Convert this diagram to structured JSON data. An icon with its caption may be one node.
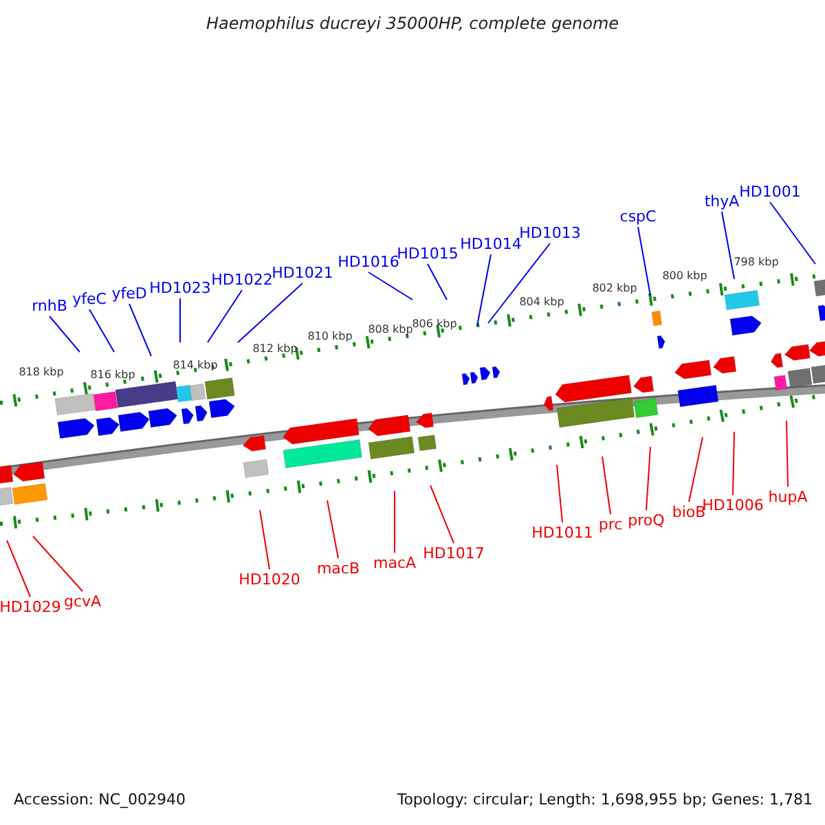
{
  "diagram": {
    "title": "Haemophilus ducreyi 35000HP, complete genome",
    "nodes": [
      {
        "text": [
          "rnhB"
        ]
      },
      {
        "text": [
          "yfeC"
        ]
      },
      {
        "text": [
          "yfeD"
        ]
      },
      {
        "text": [
          "HD1023"
        ]
      },
      {
        "text": [
          "HD1022"
        ]
      },
      {
        "text": [
          "HD1021"
        ]
      },
      {
        "text": [
          "HD1016"
        ]
      },
      {
        "text": [
          "HD1015"
        ]
      },
      {
        "text": [
          "HD1014"
        ]
      },
      {
        "text": [
          "HD1013"
        ]
      },
      {
        "text": [
          "cspC"
        ]
      },
      {
        "text": [
          "thyA"
        ]
      },
      {
        "text": [
          "HD1001"
        ]
      },
      {
        "text": [
          "HD1029"
        ]
      },
      {
        "text": [
          "gcvA"
        ]
      },
      {
        "text": [
          "HD1020"
        ]
      },
      {
        "text": [
          "macB"
        ]
      },
      {
        "text": [
          "macA"
        ]
      },
      {
        "text": [
          "HD1017"
        ]
      },
      {
        "text": [
          "HD1011"
        ]
      },
      {
        "text": [
          "prc"
        ]
      },
      {
        "text": [
          "proQ"
        ]
      },
      {
        "text": [
          "bioB"
        ]
      },
      {
        "text": [
          "HD1006"
        ]
      },
      {
        "text": [
          "hupA"
        ]
      }
    ],
    "edges": [
      {
        "from": 0,
        "to": null,
        "arrow": "none"
      },
      {
        "from": 1,
        "to": null,
        "arrow": "none"
      },
      {
        "from": 2,
        "to": null,
        "arrow": "none"
      },
      {
        "from": 3,
        "to": null,
        "arrow": "none"
      },
      {
        "from": 4,
        "to": null,
        "arrow": "none"
      },
      {
        "from": 5,
        "to": null,
        "arrow": "none"
      },
      {
        "from": 6,
        "to": null,
        "arrow": "none"
      },
      {
        "from": 7,
        "to": null,
        "arrow": "none"
      },
      {
        "from": 8,
        "to": null,
        "arrow": "none"
      },
      {
        "from": 9,
        "to": null,
        "arrow": "none"
      },
      {
        "from": 10,
        "to": null,
        "arrow": "none"
      },
      {
        "from": 11,
        "to": null,
        "arrow": "none"
      },
      {
        "from": 12,
        "to": null,
        "arrow": "none"
      },
      {
        "from": 13,
        "to": null,
        "arrow": "none",
        "color": "#ee0000"
      },
      {
        "from": 14,
        "to": null,
        "arrow": "none",
        "color": "#ee0000"
      },
      {
        "from": 15,
        "to": null,
        "arrow": "none",
        "color": "#ee0000"
      },
      {
        "from": 16,
        "to": null,
        "arrow": "none",
        "color": "#ee0000"
      },
      {
        "from": 17,
        "to": null,
        "arrow": "none",
        "color": "#ee0000"
      },
      {
        "from": 18,
        "to": null,
        "arrow": "none",
        "color": "#ee0000"
      },
      {
        "from": 19,
        "to": null,
        "arrow": "none",
        "color": "#ee0000"
      },
      {
        "from": 20,
        "to": null,
        "arrow": "none",
        "color": "#ee0000"
      },
      {
        "from": 21,
        "to": null,
        "arrow": "none",
        "color": "#ee0000"
      },
      {
        "from": 22,
        "to": null,
        "arrow": "none",
        "color": "#ee0000"
      },
      {
        "from": 23,
        "to": null,
        "arrow": "none",
        "color": "#ee0000"
      },
      {
        "from": 24,
        "to": null,
        "arrow": "none",
        "color": "#ee0000"
      }
    ],
    "labels": [
      "818 kbp",
      "816 kbp",
      "814 kbp",
      "812 kbp",
      "810 kbp",
      "808 kbp",
      "806 kbp",
      "804 kbp",
      "802 kbp",
      "800 kbp",
      "798 kbp",
      "Accession: NC_002940",
      "Topology: circular; Length: 1,698,955 bp; Genes: 1,781"
    ]
  }
}
